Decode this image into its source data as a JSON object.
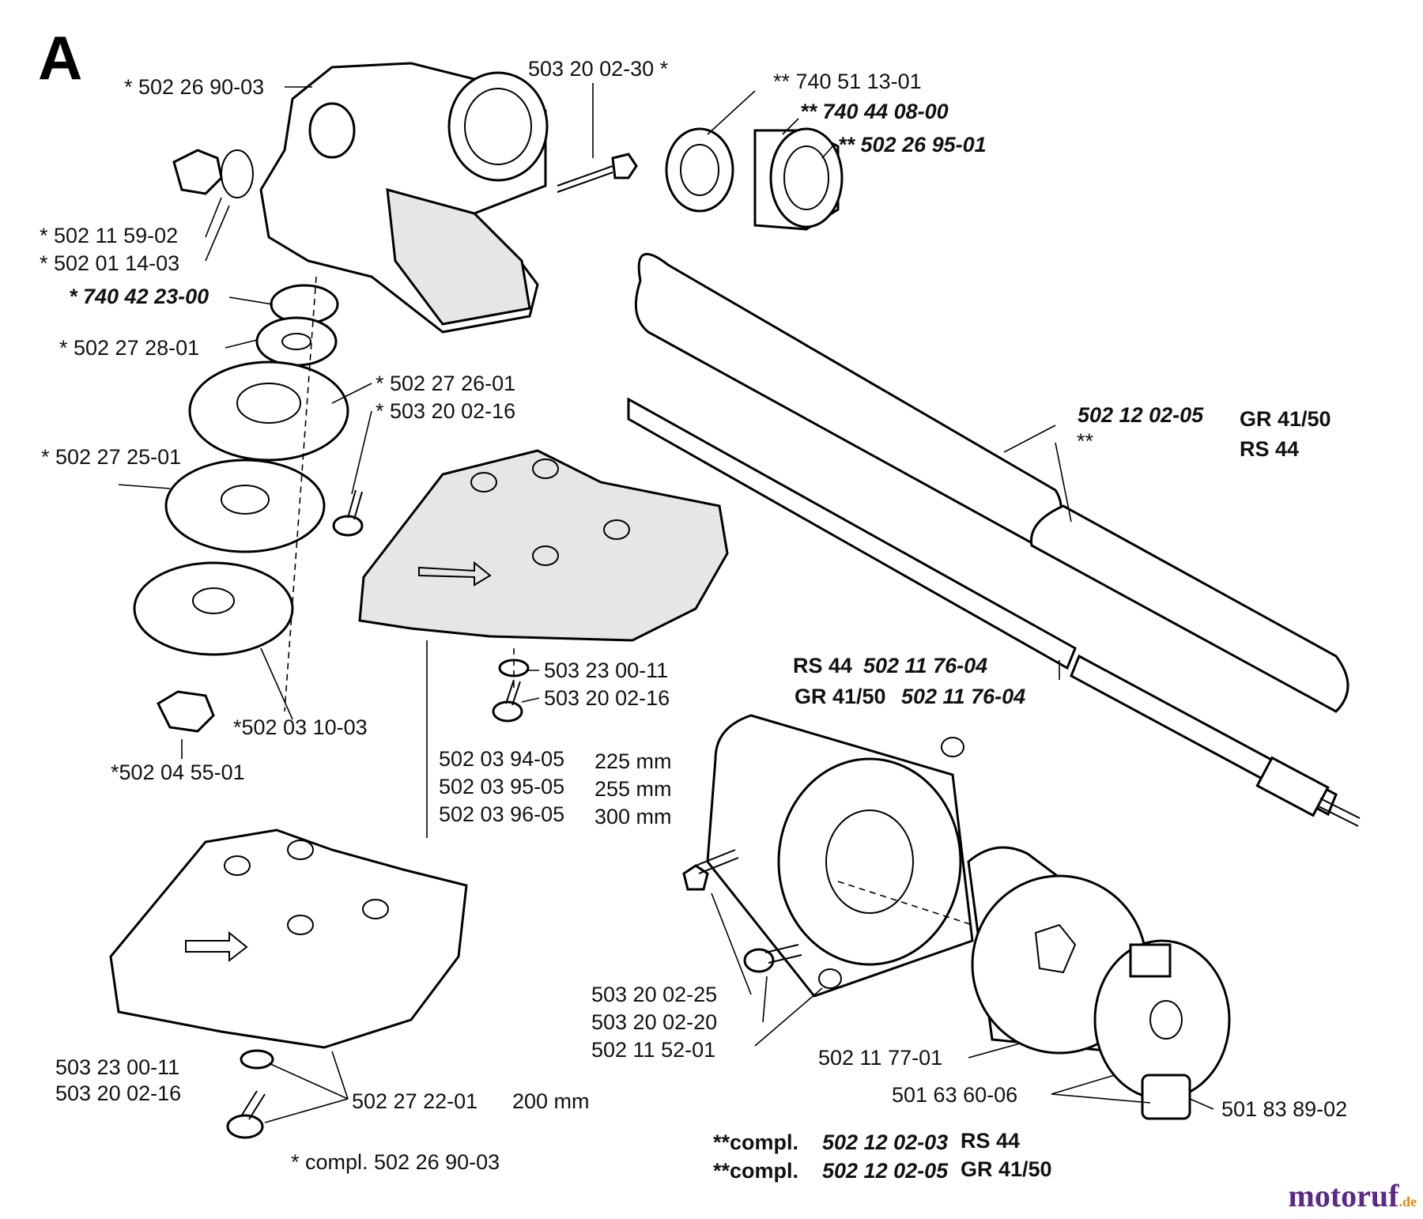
{
  "section_letter": "A",
  "labels": {
    "gear_head": "* 502 26 90-03",
    "plug": "* 502 11 59-02",
    "plug_seal": "* 502 01 14-03",
    "ring": "* 740 42 23-00",
    "washer": "* 502 27 28-01",
    "upper_flange": "* 502 27 26-01",
    "upper_screw": "* 503 20 02-16",
    "support_cup": "* 502 27 25-01",
    "lower_cup": "*502 03 10-03",
    "nut": "*502 04 55-01",
    "housing_screw": "503 20 02-30 *",
    "bearing_740_51": "** 740 51 13-01",
    "bearing_740_44": "** 740 44 08-00",
    "bushing": "** 502 26 95-01",
    "tube_part": "502 12 02-05",
    "tube_model_1": "GR 41/50",
    "tube_stars": "**",
    "tube_model_2": "RS 44",
    "shaft_rs_model": "RS 44",
    "shaft_rs_part": "502 11 76-04",
    "shaft_gr_model": "GR 41/50",
    "shaft_gr_part": "502 11 76-04",
    "guard_washer": "503 23 00-11",
    "guard_screw": "503 20 02-16",
    "guard_1_part": "502 03 94-05",
    "guard_1_size": "225 mm",
    "guard_2_part": "502 03 95-05",
    "guard_2_size": "255 mm",
    "guard_3_part": "502 03 96-05",
    "guard_3_size": "300 mm",
    "clutch_screw_1": "503 20 02-25",
    "clutch_screw_2": "503 20 02-20",
    "clutch_housing": "502 11 52-01",
    "clutch_drum": "502 11 77-01",
    "clutch_assembly": "501 63 60-06",
    "clutch_shoe": "501 83 89-02",
    "small_guard_washer": "503 23 00-11",
    "small_guard_screw": "503 20 02-16",
    "small_guard_part": "502 27 22-01",
    "small_guard_size": "200 mm",
    "compl_gear_head": "* compl. 502 26 90-03",
    "compl_prefix_1": "**compl.",
    "compl_part_1": "502 12 02-03",
    "compl_model_1": "RS 44",
    "compl_prefix_2": "**compl.",
    "compl_part_2": "502 12 02-05",
    "compl_model_2": "GR 41/50"
  },
  "watermark": {
    "main": "motoruf",
    "domain": ".de"
  }
}
